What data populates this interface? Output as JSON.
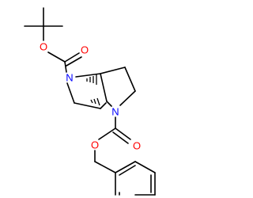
{
  "molecule": {
    "atoms": {
      "o_ether_top": {
        "label": "O",
        "color": "#ff0000"
      },
      "o_carbonyl_top": {
        "label": "O",
        "color": "#ff0000"
      },
      "n_top": {
        "label": "N",
        "color": "#0000ff"
      },
      "n_bottom": {
        "label": "N",
        "color": "#0000ff"
      },
      "o_carbonyl_bottom": {
        "label": "O",
        "color": "#ff0000"
      },
      "o_ether_bottom": {
        "label": "O",
        "color": "#ff0000"
      }
    },
    "bond_color": "#000000"
  }
}
